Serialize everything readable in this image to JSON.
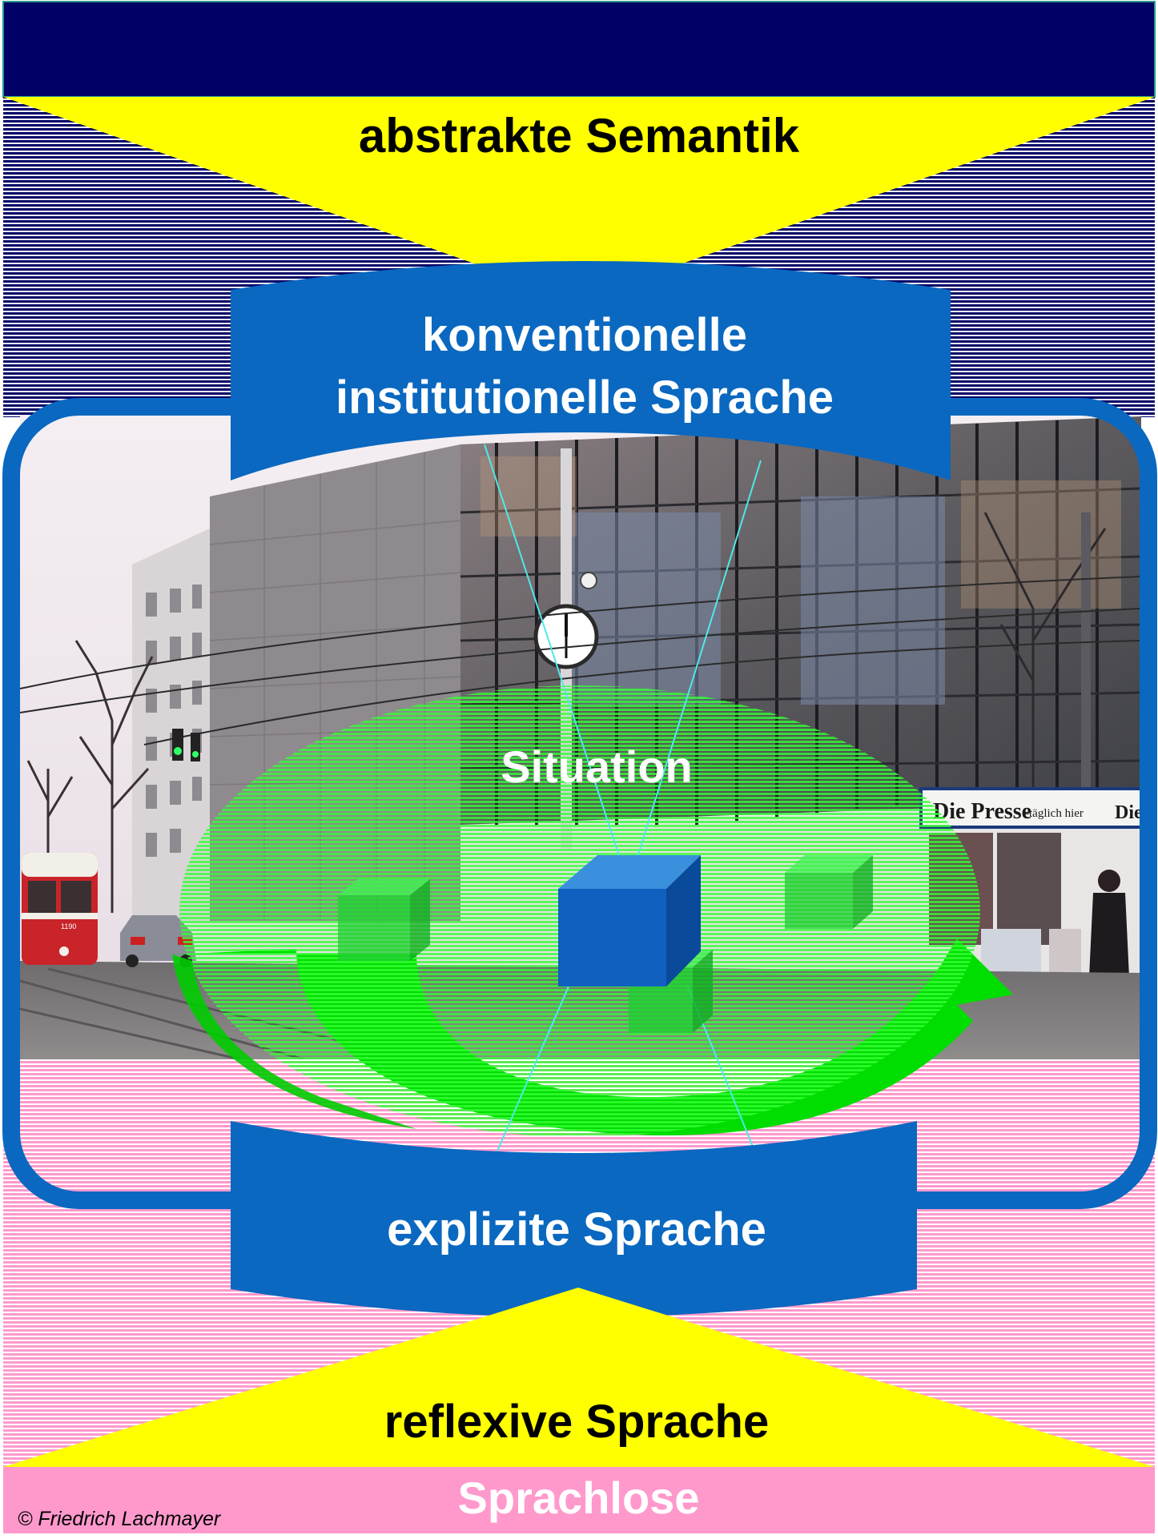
{
  "diagram": {
    "top_label": "abstrakte Semantik",
    "upper_band_label_line1": "konventionelle",
    "upper_band_label_line2": "institutionelle Sprache",
    "center_label": "Situation",
    "lower_band_label": "explizite Sprache",
    "bottom_label": "reflexive Sprache",
    "footer_label": "Sprachlose",
    "copyright": "© Friedrich Lachmayer"
  },
  "photo_signage": {
    "kiosk_sign": "Die Presse",
    "kiosk_sign_tagline": "-täglich hier",
    "kiosk_sign_right": "Die",
    "tram_number": "1190"
  },
  "colors": {
    "navy": "#000066",
    "yellow": "#ffff00",
    "blue": "#0a68c0",
    "pink": "#ff99cc",
    "green": "#00dd00",
    "cube": "#1060c0"
  }
}
